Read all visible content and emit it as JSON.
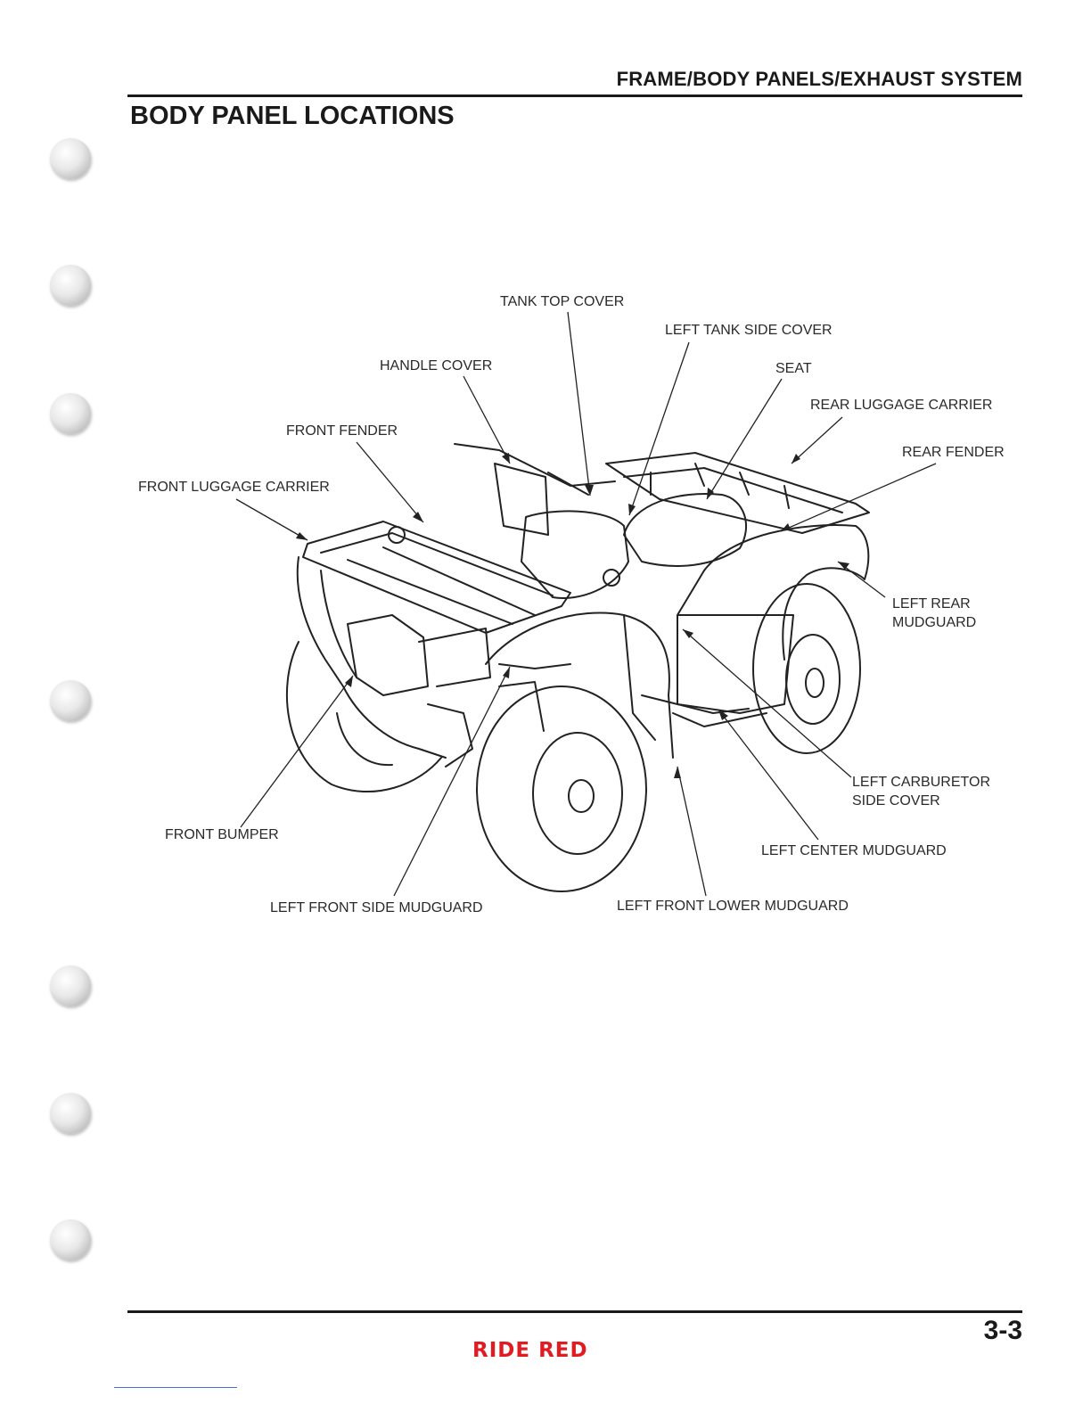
{
  "header": {
    "section_title": "FRAME/BODY PANELS/EXHAUST SYSTEM",
    "page_heading": "BODY PANEL LOCATIONS"
  },
  "diagram": {
    "labels": {
      "tank_top_cover": "TANK TOP COVER",
      "left_tank_side_cover": "LEFT TANK SIDE COVER",
      "handle_cover": "HANDLE COVER",
      "seat": "SEAT",
      "rear_luggage_carrier": "REAR LUGGAGE CARRIER",
      "front_fender": "FRONT FENDER",
      "rear_fender": "REAR FENDER",
      "front_luggage_carrier": "FRONT LUGGAGE CARRIER",
      "left_rear_mudguard": "LEFT REAR\nMUDGUARD",
      "left_carburetor_side_cover": "LEFT CARBURETOR\nSIDE COVER",
      "front_bumper": "FRONT BUMPER",
      "left_center_mudguard": "LEFT CENTER MUDGUARD",
      "left_front_side_mudguard": "LEFT FRONT SIDE MUDGUARD",
      "left_front_lower_mudguard": "LEFT FRONT LOWER MUDGUARD"
    }
  },
  "footer": {
    "page_number": "3-3",
    "brand": "RIDE RED",
    "brand_color": "#e01b22"
  }
}
